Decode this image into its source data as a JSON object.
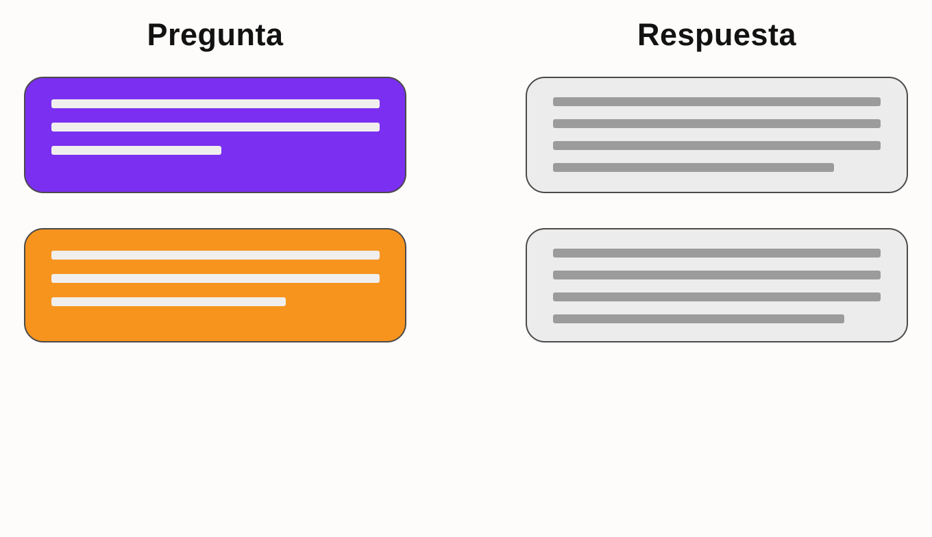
{
  "colors": {
    "background": "#FDFCFA",
    "card_border": "#4A4A4A",
    "question_purple": "#7B2FF0",
    "question_orange": "#F7941E",
    "answer_gray": "#ECECEC",
    "light_line": "#F0EFED",
    "gray_line": "#9B9B9B",
    "title_text": "#121212"
  },
  "columns": {
    "question": {
      "title": "Pregunta"
    },
    "answer": {
      "title": "Respuesta"
    }
  },
  "cards": {
    "question_1": {
      "fill": "#7B2FF0",
      "line_color": "#F0EFED",
      "lines": [
        "479px",
        "479px",
        "248px"
      ]
    },
    "question_2": {
      "fill": "#F7941E",
      "line_color": "#F0EFED",
      "lines": [
        "479px",
        "479px",
        "342px"
      ]
    },
    "answer_1": {
      "fill": "#ECECEC",
      "line_color": "#9B9B9B",
      "lines": [
        "478px",
        "478px",
        "478px",
        "410px"
      ]
    },
    "answer_2": {
      "fill": "#ECECEC",
      "line_color": "#9B9B9B",
      "lines": [
        "478px",
        "478px",
        "478px",
        "425px"
      ]
    }
  }
}
